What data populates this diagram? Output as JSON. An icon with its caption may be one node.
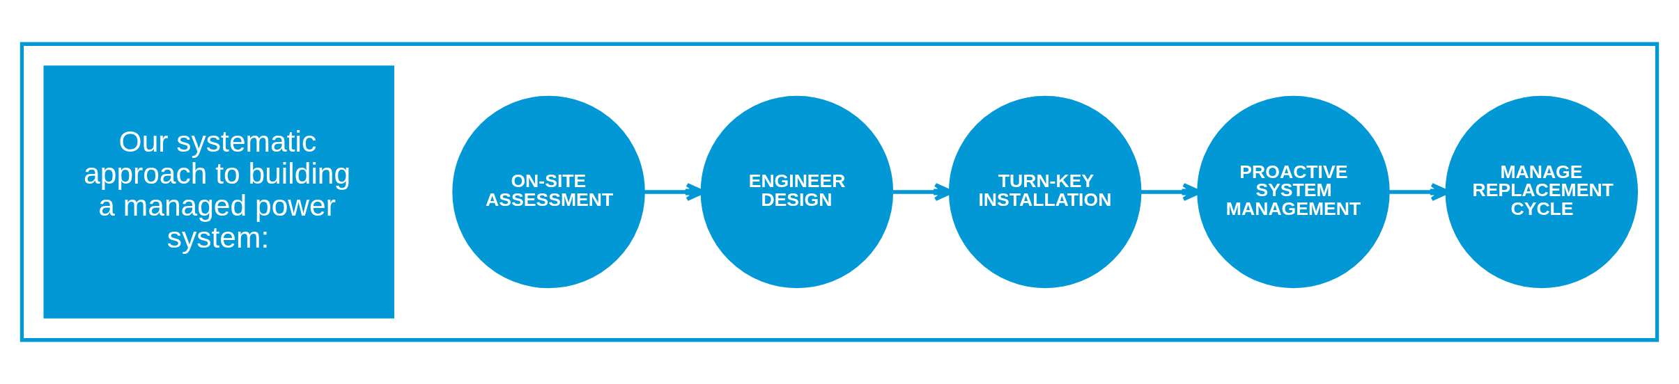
{
  "diagram": {
    "nodes": [
      {
        "text": [],
        "shape": "box"
      },
      {
        "text": [
          "Our systematic approach to building a managed power system:"
        ],
        "in": 0
      },
      {
        "text": [
          "ON-SITE ASSESSMENT"
        ],
        "in": 0
      },
      {
        "text": [
          "ENGINEER DESIGN"
        ],
        "in": 0
      },
      {
        "text": [
          "TURN-KEY INSTALLATION"
        ],
        "in": 0
      },
      {
        "text": [
          "PROACTIVE SYSTEM MANAGEMENT"
        ],
        "in": 0
      },
      {
        "text": [
          "MANAGE REPLACEMENT CYCLE"
        ],
        "in": 0
      }
    ],
    "edges": [
      {
        "from": 2,
        "to": 3,
        "arrow": "to"
      },
      {
        "from": 3,
        "to": 4,
        "arrow": "to"
      },
      {
        "from": 4,
        "to": 5,
        "arrow": "to"
      },
      {
        "from": 5,
        "to": 6,
        "arrow": "to"
      }
    ]
  }
}
